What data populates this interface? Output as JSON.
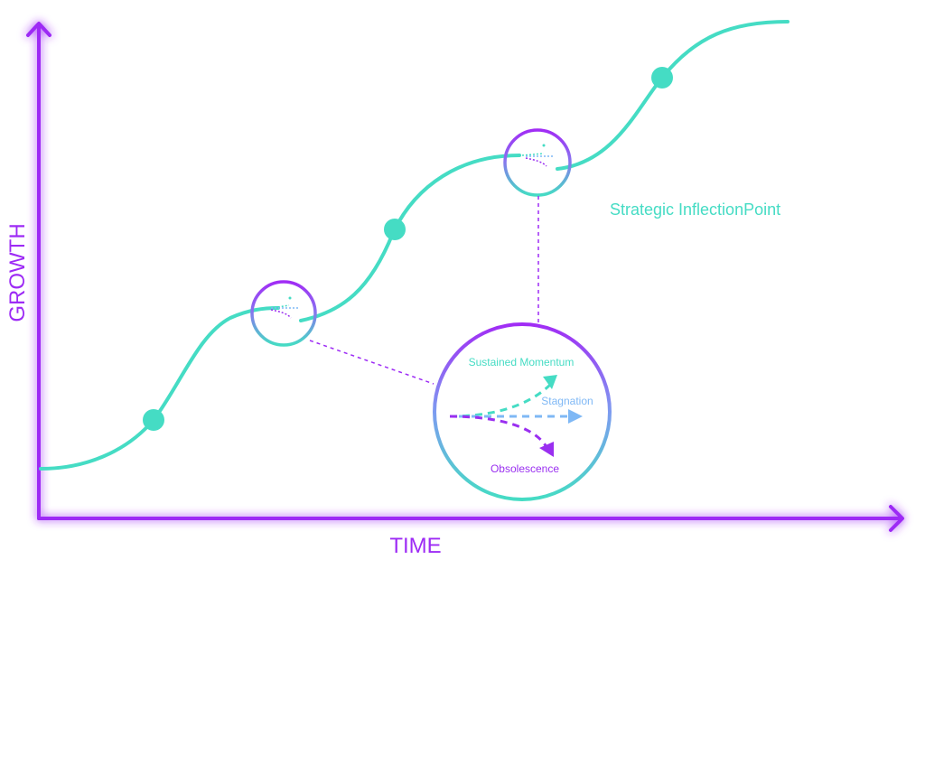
{
  "axes": {
    "x_label": "TIME",
    "y_label": "GROWTH"
  },
  "callout": {
    "label": "Strategic InflectionPoint"
  },
  "paths": [
    {
      "name": "sustained-momentum",
      "label": "Sustained Momentum"
    },
    {
      "name": "stagnation",
      "label": "Stagnation"
    },
    {
      "name": "obsolescence",
      "label": "Obsolescence"
    }
  ],
  "colors": {
    "axis": "#9d2bf5",
    "curve": "#45dcc4",
    "stagnation": "#7fb8f5",
    "obsolescence": "#9a2ff0",
    "callout_text": "#45dcc4"
  }
}
